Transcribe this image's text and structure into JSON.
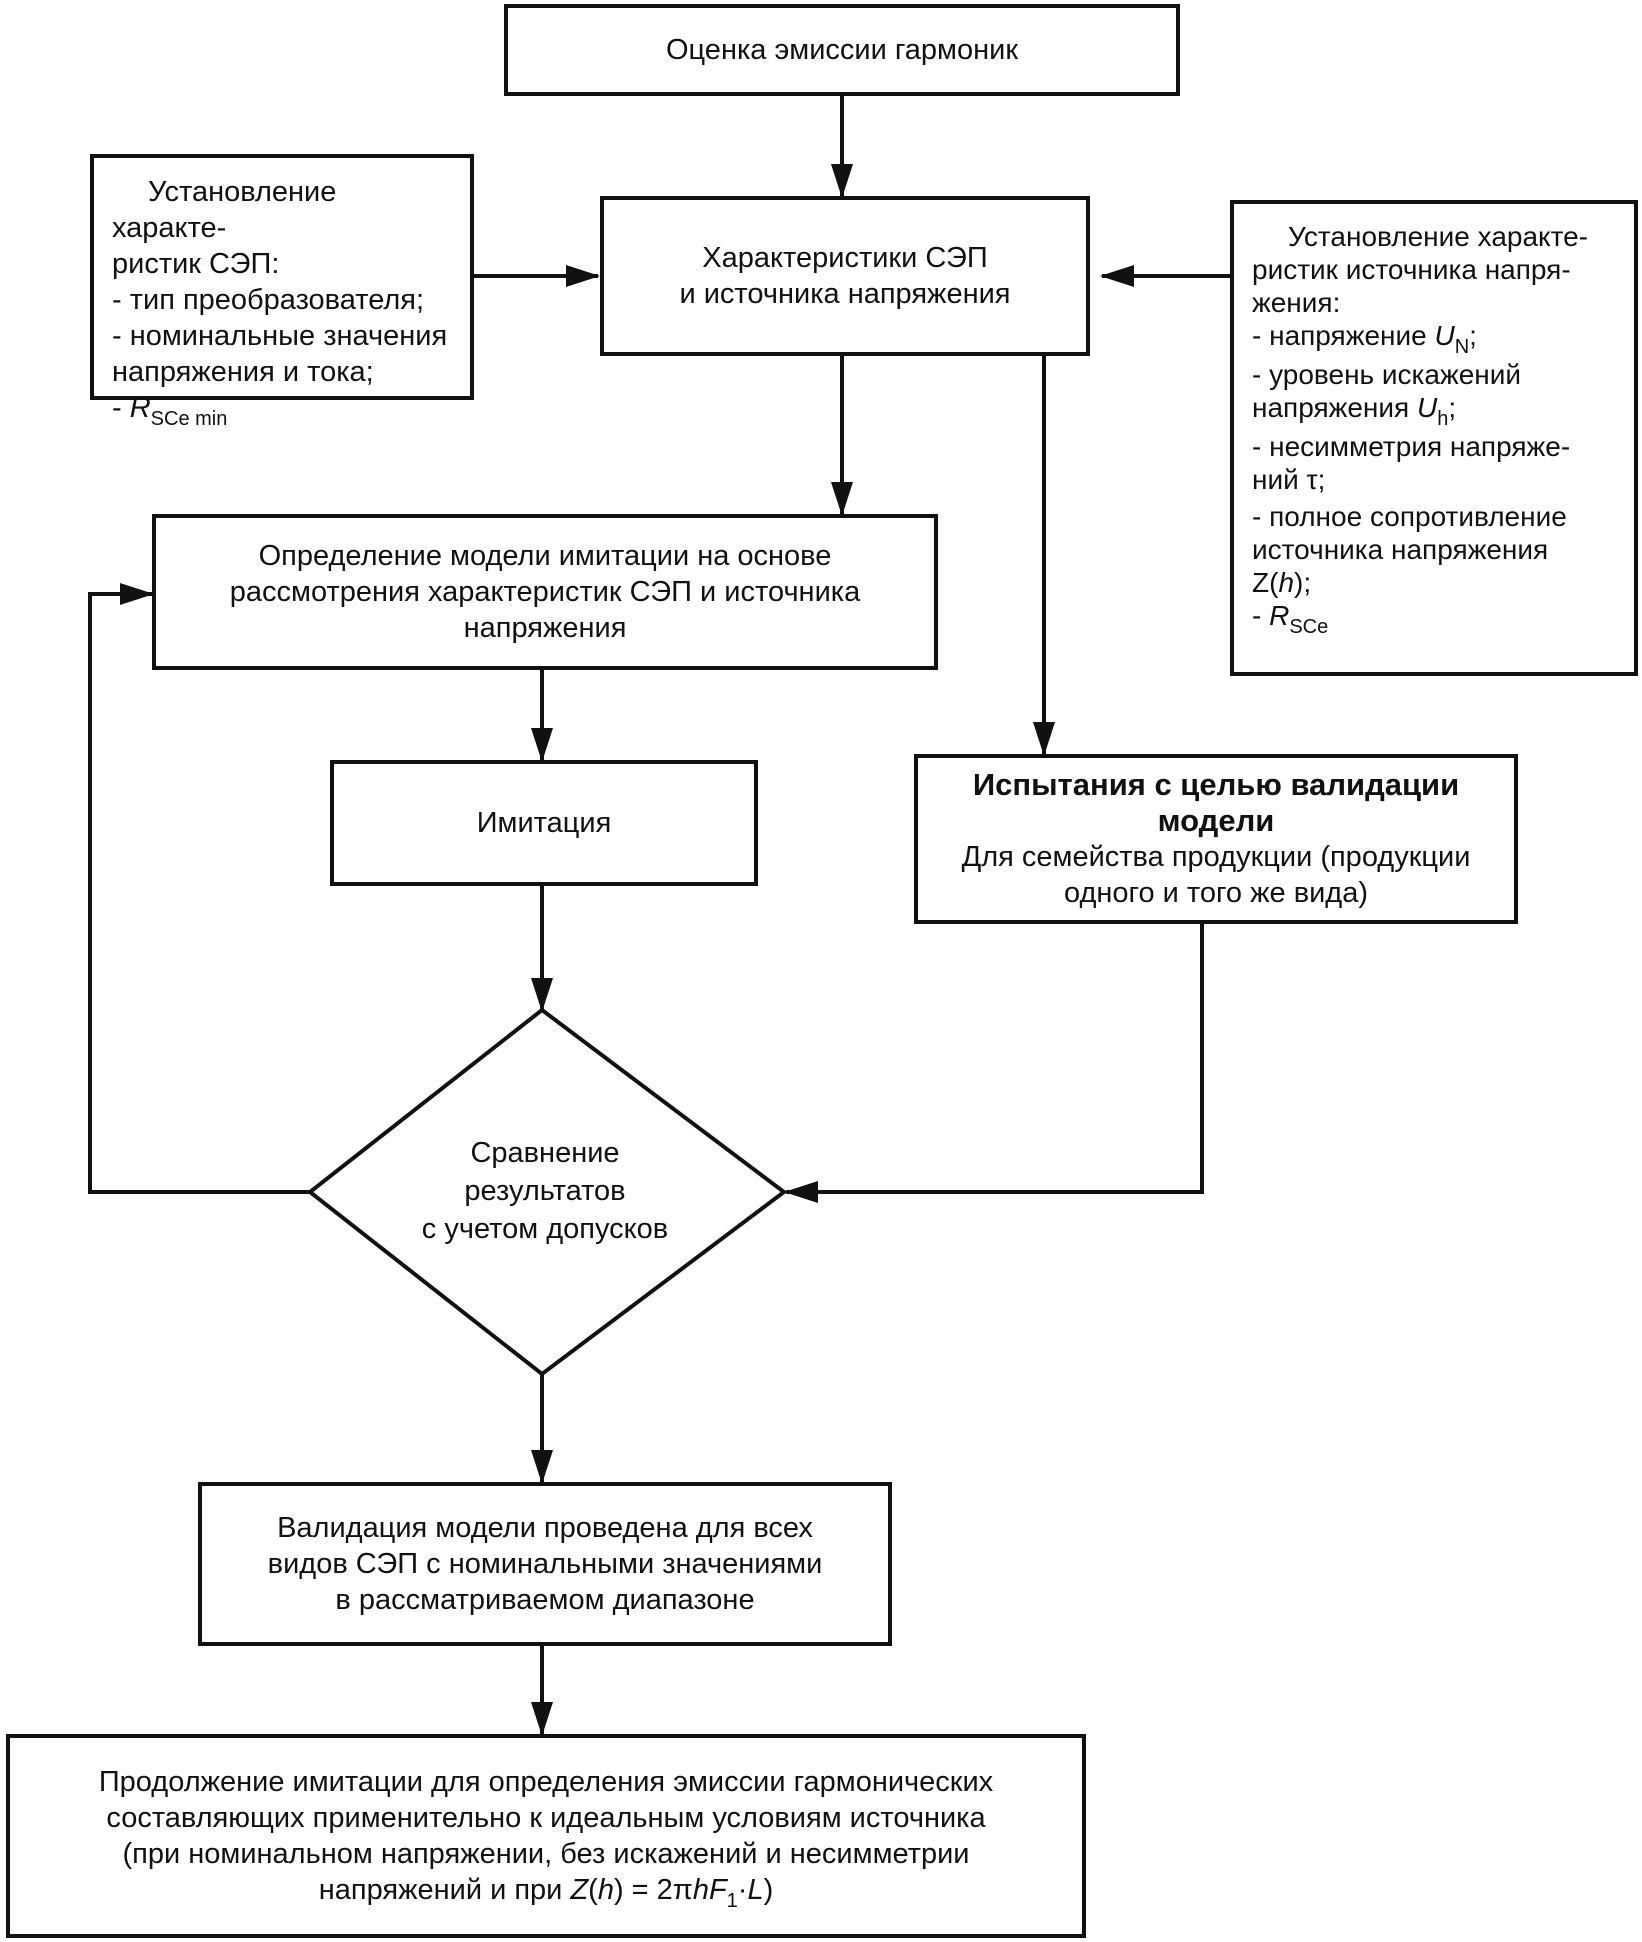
{
  "nodes": {
    "harmonic_emission_assessment": "Оценка эмиссии гармоник",
    "characteristics": [
      "Характеристики СЭП",
      "и источника напряжения"
    ],
    "pds_params": {
      "title_line1": "Установление характе-",
      "title_line2": "ристик СЭП:",
      "items": [
        "- тип преобразователя;",
        "- номинальные значения",
        "напряжения и тока;"
      ],
      "rsc_prefix": "- R",
      "rsc_sub": "SCe min"
    },
    "source_params": {
      "title_lines": [
        "Установление характе-",
        "ристик источника напря-",
        "жения:"
      ],
      "voltage_prefix": "- напряжение U",
      "voltage_sub": "N",
      "voltage_suffix": ";",
      "distortion_line1": "- уровень искажений",
      "distortion_prefix": "напряжения U",
      "distortion_sub": "h",
      "distortion_suffix": ";",
      "unbalance_line1": "- несимметрия напряже-",
      "unbalance_line2": "ний τ;",
      "impedance_line1": "- полное сопротивление",
      "impedance_line2": "источника напряжения",
      "impedance_line3_a": "Z(",
      "impedance_line3_h": "h",
      "impedance_line3_b": ");",
      "rsce_prefix": "- R",
      "rsce_sub": "SCe"
    },
    "model_definition": [
      "Определение модели имитации на основе",
      "рассмотрения характеристик СЭП и источника",
      "напряжения"
    ],
    "simulation": "Имитация",
    "validation_tests": {
      "title_line1": "Испытания с целью валидации",
      "title_line2": "модели",
      "text_line1": "Для семейства продукции (продукции",
      "text_line2": "одного и того же вида)"
    },
    "comparison": [
      "Сравнение",
      "результатов",
      "с учетом допусков"
    ],
    "validation_done": [
      "Валидация модели проведена для всех",
      "видов СЭП с номинальными значениями",
      "в рассматриваемом диапазоне"
    ],
    "continuation": {
      "line1": "Продолжение имитации для определения эмиссии гармонических",
      "line2": "составляющих применительно к идеальным условиям источника",
      "line3": "(при номинальном напряжении, без искажений и несимметрии",
      "line4_a": "напряжений и при ",
      "line4_z": "Z",
      "line4_b": "(",
      "line4_h": "h",
      "line4_c": ") = 2π",
      "line4_hf": "hF",
      "line4_sub": "1",
      "line4_d": "·",
      "line4_l": "L",
      "line4_e": ")"
    }
  },
  "colors": {
    "line": "#111111",
    "background": "#ffffff"
  }
}
